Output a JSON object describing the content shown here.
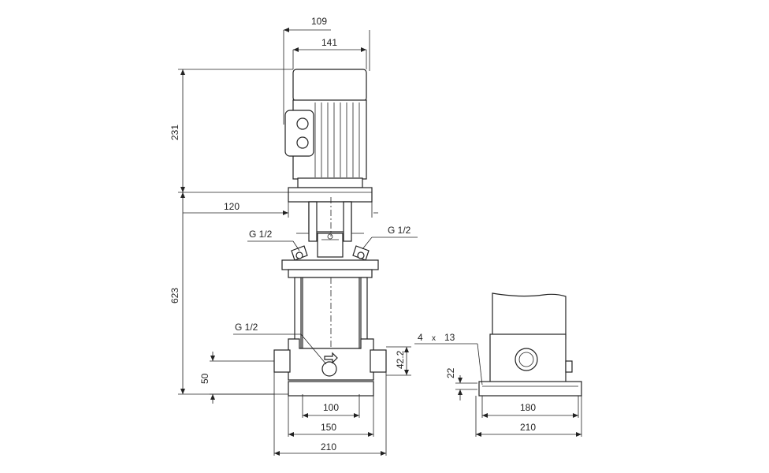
{
  "dimensions": {
    "motor_offset": "109",
    "motor_width": "141",
    "motor_height": "231",
    "coupling_offset": "120",
    "pump_height": "623",
    "inlet_height": "50",
    "port_offset": "42.2",
    "inlet_spacing": "100",
    "base_inner": "150",
    "base_width_front": "210",
    "holes_count": "4",
    "holes_x": "x",
    "holes_diameter": "13",
    "base_thickness": "22",
    "base_inner_side": "180",
    "base_width_side": "210"
  },
  "labels": {
    "port_left": "G 1/2",
    "port_right": "G 1/2",
    "port_drain": "G 1/2"
  },
  "colors": {
    "line": "#222222",
    "background": "#ffffff"
  }
}
